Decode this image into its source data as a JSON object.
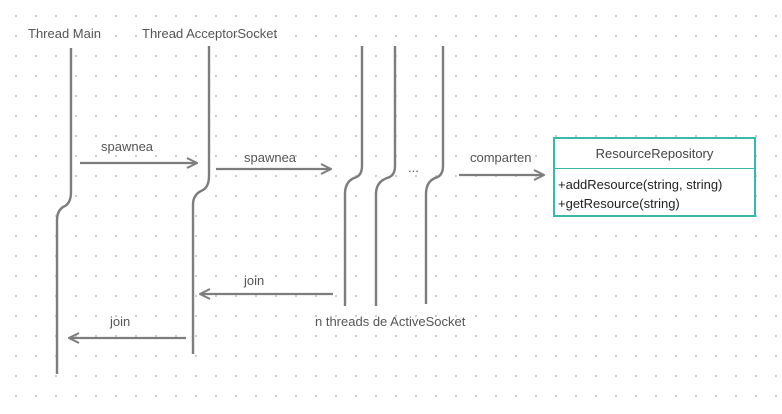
{
  "lanes": {
    "main": "Thread Main",
    "acceptor": "Thread AcceptorSocket",
    "active_sockets": "n threads de ActiveSocket",
    "ellipsis": "..."
  },
  "messages": {
    "spawn_1": "spawnea",
    "spawn_2": "spawnea",
    "share": "comparten",
    "join_1": "join",
    "join_2": "join"
  },
  "repository": {
    "title": "ResourceRepository",
    "methods": [
      "+addResource(string, string)",
      "+getResource(string)"
    ]
  },
  "colors": {
    "line": "#7d7d7d",
    "text": "#555555",
    "class_border": "#3ab8ac"
  }
}
